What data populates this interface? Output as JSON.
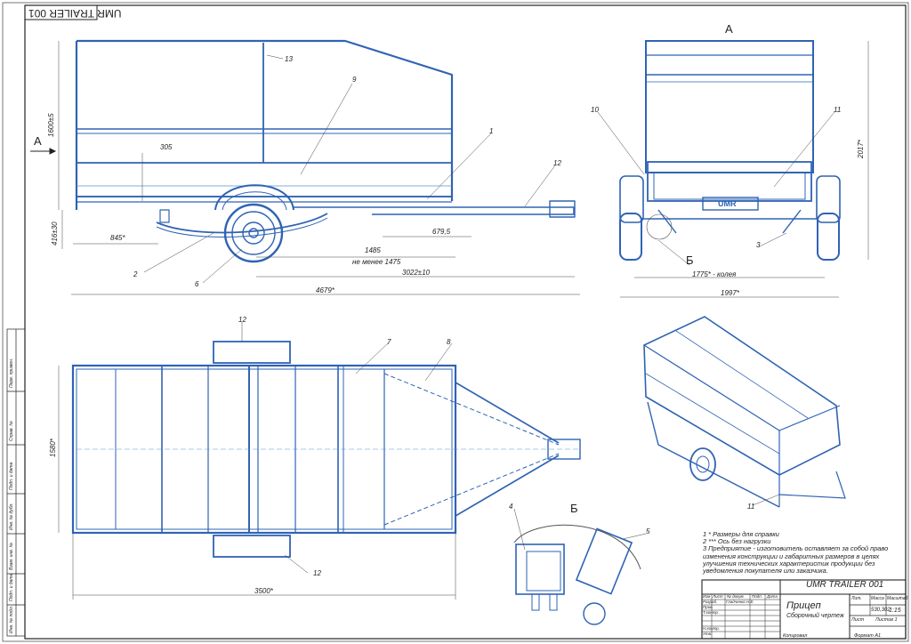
{
  "colors": {
    "steel": "#2f63b4",
    "steel_light": "#5a8fd6",
    "line": "#333333",
    "paper": "#ffffff"
  },
  "stamp": {
    "name": "UMR TRAILER 001"
  },
  "views": {
    "section_a": "А",
    "section_b": "Б",
    "view_a_label": "А"
  },
  "side_view": {
    "dims": {
      "height": "1600±5",
      "side_board": "305",
      "floor_height": "416±30",
      "front_overhang": "845*",
      "drawbar_part": "679,5",
      "axle_pos": "1485",
      "axle_note": "не менее 1475",
      "axle_to_hitch": "3022±10",
      "overall_length": "4679*"
    },
    "callouts": [
      "13",
      "9",
      "1",
      "12",
      "2",
      "6"
    ]
  },
  "front_view": {
    "dims": {
      "overall_height": "2017*",
      "track": "1775* - колея",
      "overall_width": "1997*"
    },
    "callouts": [
      "10",
      "11",
      "3"
    ],
    "logo": "UMR"
  },
  "top_view": {
    "dims": {
      "width": "1580*",
      "length": "3500*"
    },
    "callouts": [
      "12",
      "7",
      "8",
      "12"
    ]
  },
  "iso_view": {
    "callouts": [
      "11"
    ]
  },
  "detail_b": {
    "callouts": [
      "4",
      "5"
    ]
  },
  "notes": [
    "1 * Размеры для справки",
    "2 *** Ось без нагрузки",
    "3 Предприятие - изготовитель оставляет за собой право изменения конструкции и габаритных размеров в целях улучшения технических характеристик продукции без уведомления покупателя или заказчика."
  ],
  "title_block": {
    "designation": "UMR TRAILER 001",
    "name": "Прицеп",
    "doc_type": "Сборочный чертеж",
    "headers": [
      "Изм",
      "Лист",
      "№ докум.",
      "Подп.",
      "Дата"
    ],
    "roles": [
      "Разраб.",
      "Пров.",
      "Т.контр.",
      "Н.контр.",
      "Утв."
    ],
    "developer": "Гладченко Н.Е.",
    "lit_header": "Лит.",
    "mass_header": "Масса",
    "scale_header": "Масштаб",
    "mass": "530,302",
    "scale": "1:15",
    "sheet": "Лист",
    "sheets": "Листов 1",
    "copied": "Копировал",
    "format": "Формат  А1"
  },
  "side_strip": [
    "Перв. примен.",
    "Справ. №",
    "Подп. и дата",
    "Инв. № дубл.",
    "Взам. инв. №",
    "Подп. и дата",
    "Инв. № подл."
  ]
}
